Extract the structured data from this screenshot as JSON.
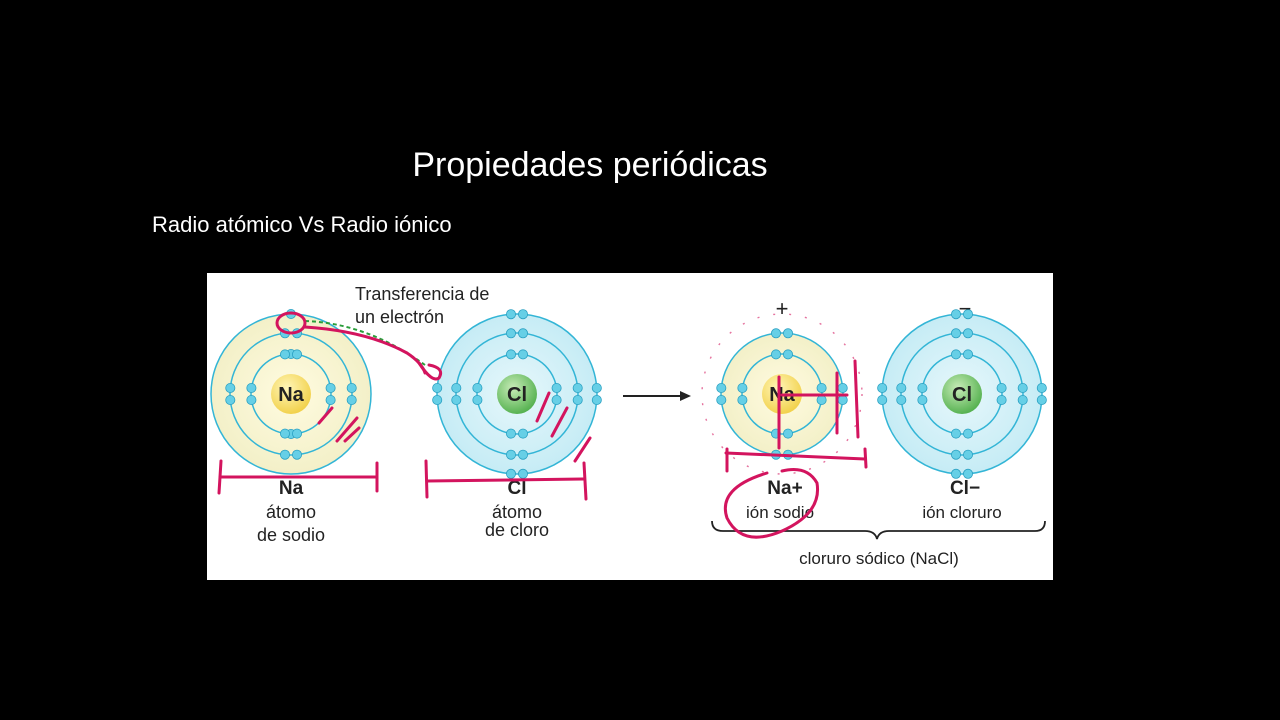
{
  "slide": {
    "title": "Propiedades periódicas",
    "subtitle": "Radio atómico Vs Radio iónico"
  },
  "figure": {
    "transfer_line1": "Transferencia de",
    "transfer_line2": "un electrón",
    "na_atom": {
      "symbol": "Na",
      "label": "Na",
      "desc_line1": "átomo",
      "desc_line2": "de sodio"
    },
    "cl_atom": {
      "symbol": "Cl",
      "label": "Cl",
      "desc_line1": "átomo",
      "desc_line2": "de cloro"
    },
    "na_ion": {
      "symbol": "Na",
      "label": "Na+",
      "desc": "ión sodio",
      "charge": "+"
    },
    "cl_ion": {
      "symbol": "Cl",
      "label": "Cl−",
      "desc": "ión cloruro",
      "charge": "−"
    },
    "compound": "cloruro sódico (NaCl)"
  },
  "colors": {
    "background": "#000000",
    "panel": "#ffffff",
    "orbit": "#33b5d6",
    "electron": "#66cfe6",
    "sodium_core": "#f8e27a",
    "chlorine_core": "#7cc576",
    "annotation": "#d3145e"
  }
}
